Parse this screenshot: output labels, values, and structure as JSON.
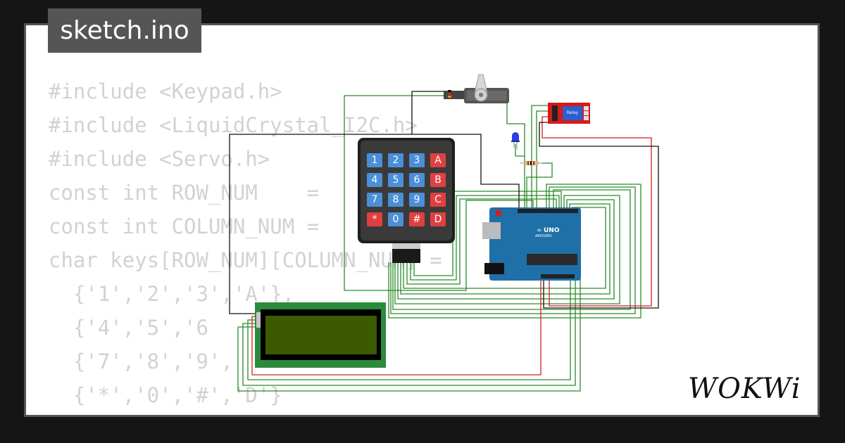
{
  "file_tab": {
    "label": "sketch.ino"
  },
  "code_lines": [
    "#include <Keypad.h>",
    "#include <LiquidCrystal_I2C.h>",
    "#include <Servo.h>",
    "const int ROW_NUM    =",
    "const int COLUMN_NUM =",
    "char keys[ROW_NUM][COLUMN_NUM] =",
    "  {'1','2','3','A'},",
    "  {'4','5','6",
    "  {'7','8','9',",
    "  {'*','0','#','D'}",
    "};"
  ],
  "keypad": {
    "keys": [
      "1",
      "2",
      "3",
      "A",
      "4",
      "5",
      "6",
      "B",
      "7",
      "8",
      "9",
      "C",
      "*",
      "0",
      "#",
      "D"
    ]
  },
  "arduino": {
    "model_label": "UNO",
    "brand_label": "ARDUINO"
  },
  "relay": {
    "label": "Relay"
  },
  "logo": {
    "text": "WOKWi"
  },
  "colors": {
    "background": "#151515",
    "frame": "#555555",
    "code_text": "#d2d2d2",
    "wire_green": "#2a8a2a",
    "wire_red": "#d02020",
    "wire_black": "#111111",
    "arduino_blue": "#1f6fa8",
    "lcd_green": "#2b8a3e",
    "lcd_screen": "#3c5a00",
    "relay_red": "#d61a1a",
    "key_blue": "#4a8fd8",
    "key_red": "#e04040"
  }
}
